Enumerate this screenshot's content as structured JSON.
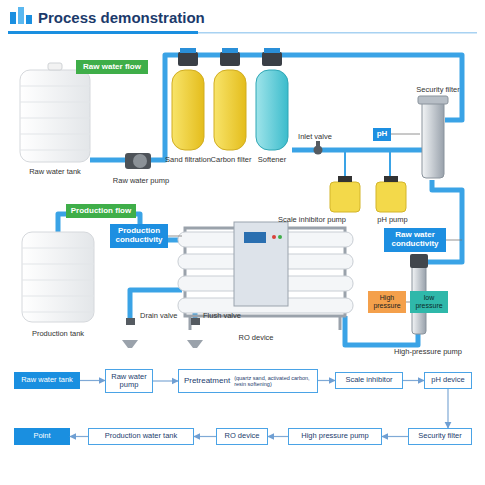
{
  "diagram": {
    "title": "Process demonstration",
    "nodes": [
      {
        "text": [
          "Raw water flow"
        ]
      },
      {
        "text": [
          "pH"
        ]
      },
      {
        "text": [
          "Production flow"
        ]
      },
      {
        "text": [
          "Production conductivity"
        ]
      },
      {
        "text": [
          "Raw water conductivity"
        ]
      },
      {
        "text": [
          "High pressure"
        ]
      },
      {
        "text": [
          "low pressure"
        ]
      },
      {
        "text": [
          "Raw water tank"
        ]
      },
      {
        "text": [
          "Raw water pump"
        ]
      },
      {
        "text": [
          "Pretreatment",
          "(quartz sand, activated carbon, resin softening)"
        ]
      },
      {
        "text": [
          "Scale inhibitor"
        ]
      },
      {
        "text": [
          "pH device"
        ]
      },
      {
        "text": [
          "Security filter"
        ]
      },
      {
        "text": [
          "High pressure pump"
        ]
      },
      {
        "text": [
          "RO device"
        ]
      },
      {
        "text": [
          "Production water tank"
        ]
      },
      {
        "text": [
          "Point"
        ]
      }
    ],
    "edges": [
      {
        "from": 7,
        "to": 8,
        "arrow": "to"
      },
      {
        "from": 8,
        "to": 9,
        "arrow": "to"
      },
      {
        "from": 9,
        "to": 10,
        "arrow": "to"
      },
      {
        "from": 10,
        "to": 11,
        "arrow": "to"
      },
      {
        "from": 11,
        "to": 12,
        "arrow": "to"
      },
      {
        "from": 12,
        "to": 13,
        "arrow": "to"
      },
      {
        "from": 13,
        "to": 14,
        "arrow": "to"
      },
      {
        "from": 14,
        "to": 15,
        "arrow": "to"
      },
      {
        "from": 15,
        "to": 16,
        "arrow": "to"
      }
    ],
    "labels": [
      "Raw water tank",
      "Raw water pump",
      "Sand filtration",
      "Carbon filter",
      "Softener",
      "Security filter",
      "Inlet valve",
      "Scale inhibitor pump",
      "pH pump",
      "Production tank",
      "RO device",
      "Drain valve",
      "Flush valve",
      "High-pressure pump"
    ]
  }
}
